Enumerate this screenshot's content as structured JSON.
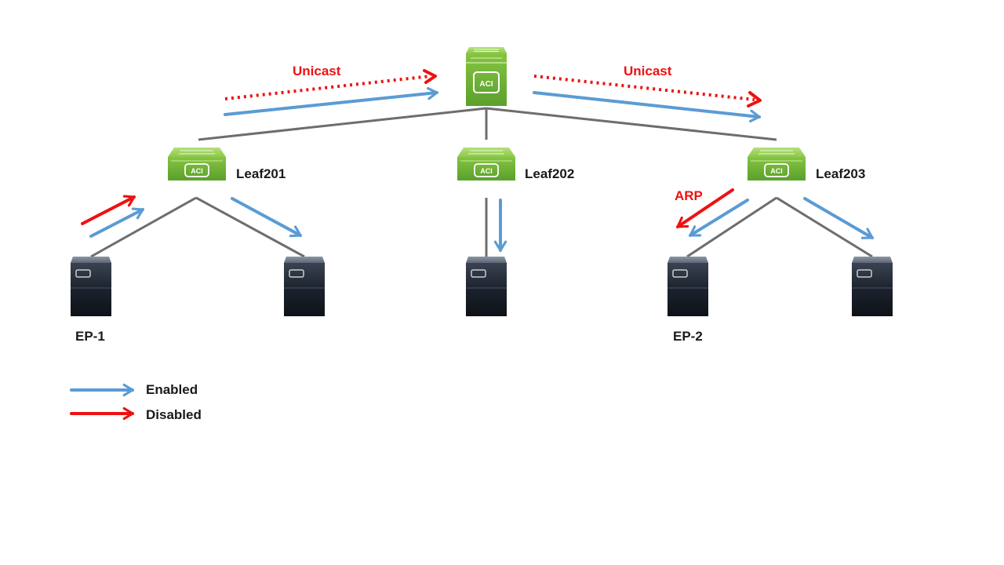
{
  "colors": {
    "enabled": "#5b9bd5",
    "disabled": "#ee1111",
    "switch_green": "#7ac143",
    "link_gray": "#6d6d6d",
    "server_dark": "#1f2530"
  },
  "spine": {
    "icon": "aci-switch-icon",
    "badge": "ACI"
  },
  "leaves": [
    {
      "label": "Leaf201",
      "badge": "ACI",
      "icon": "aci-switch-icon"
    },
    {
      "label": "Leaf202",
      "badge": "ACI",
      "icon": "aci-switch-icon"
    },
    {
      "label": "Leaf203",
      "badge": "ACI",
      "icon": "aci-switch-icon"
    }
  ],
  "endpoints": [
    {
      "label": "EP-1",
      "icon": "server-icon"
    },
    {
      "label": "",
      "icon": "server-icon"
    },
    {
      "label": "",
      "icon": "server-icon"
    },
    {
      "label": "EP-2",
      "icon": "server-icon"
    },
    {
      "label": "",
      "icon": "server-icon"
    }
  ],
  "flow_labels": {
    "unicast_left": "Unicast",
    "unicast_right": "Unicast",
    "arp": "ARP"
  },
  "legend": {
    "enabled": "Enabled",
    "disabled": "Disabled"
  }
}
